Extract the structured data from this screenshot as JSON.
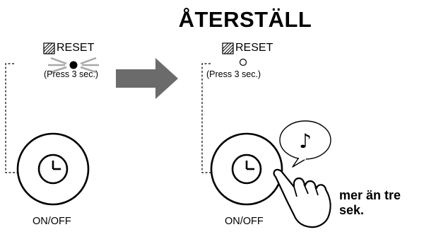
{
  "title": "ÅTERSTÄLL",
  "left_panel": {
    "reset_label": "RESET",
    "press_hint": "(Press 3 sec.)",
    "button_label": "ON/OFF",
    "indicator_state": "blinking"
  },
  "right_panel": {
    "reset_label": "RESET",
    "press_hint": "(Press 3 sec.)",
    "button_label": "ON/OFF",
    "indicator_state": "off",
    "beep_symbol": "♪",
    "instruction_line1": "mer än tre",
    "instruction_line2": "sek."
  },
  "icons": {
    "reset": "reset-icon",
    "clock": "clock-icon",
    "arrow": "right-arrow-icon",
    "hand": "pressing-hand-icon",
    "note": "music-note-icon"
  },
  "colors": {
    "ink": "#000000",
    "arrow": "#6b6b6b",
    "led_glow": "#a8a8a8"
  }
}
